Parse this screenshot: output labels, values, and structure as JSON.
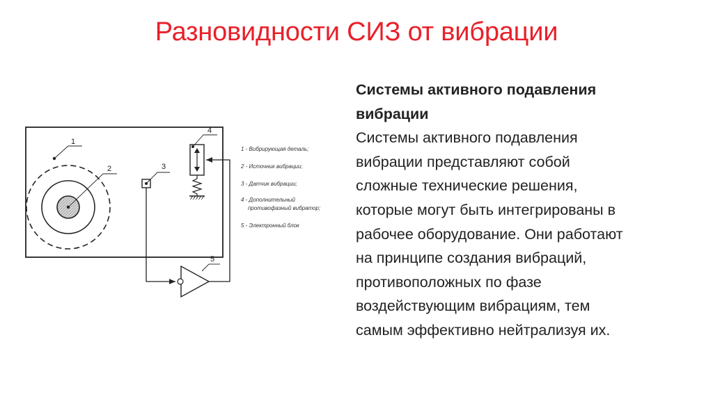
{
  "slide": {
    "title": "Разновидности СИЗ от вибрации"
  },
  "content": {
    "heading_line1": "Системы активного подавления",
    "heading_line2": "вибрации",
    "body_lines": [
      "Системы активного подавления",
      "вибрации представляют собой",
      "сложные технические решения,",
      "которые могут быть интегрированы в",
      "рабочее оборудование. Они работают",
      "на принципе создания вибраций,",
      "противоположных по фазе",
      "воздействующим вибрациям, тем",
      "самым эффективно нейтрализуя их."
    ]
  },
  "diagram": {
    "numbers": [
      "1",
      "2",
      "3",
      "4",
      "5"
    ],
    "legend": [
      "1 - Вибрирующая деталь;",
      "2 - Источник вибрации;",
      "3 - Датчик вибрации;",
      "4 - Дополнительный",
      "противофазный вибратор;",
      "5 - Электронный блок"
    ]
  }
}
